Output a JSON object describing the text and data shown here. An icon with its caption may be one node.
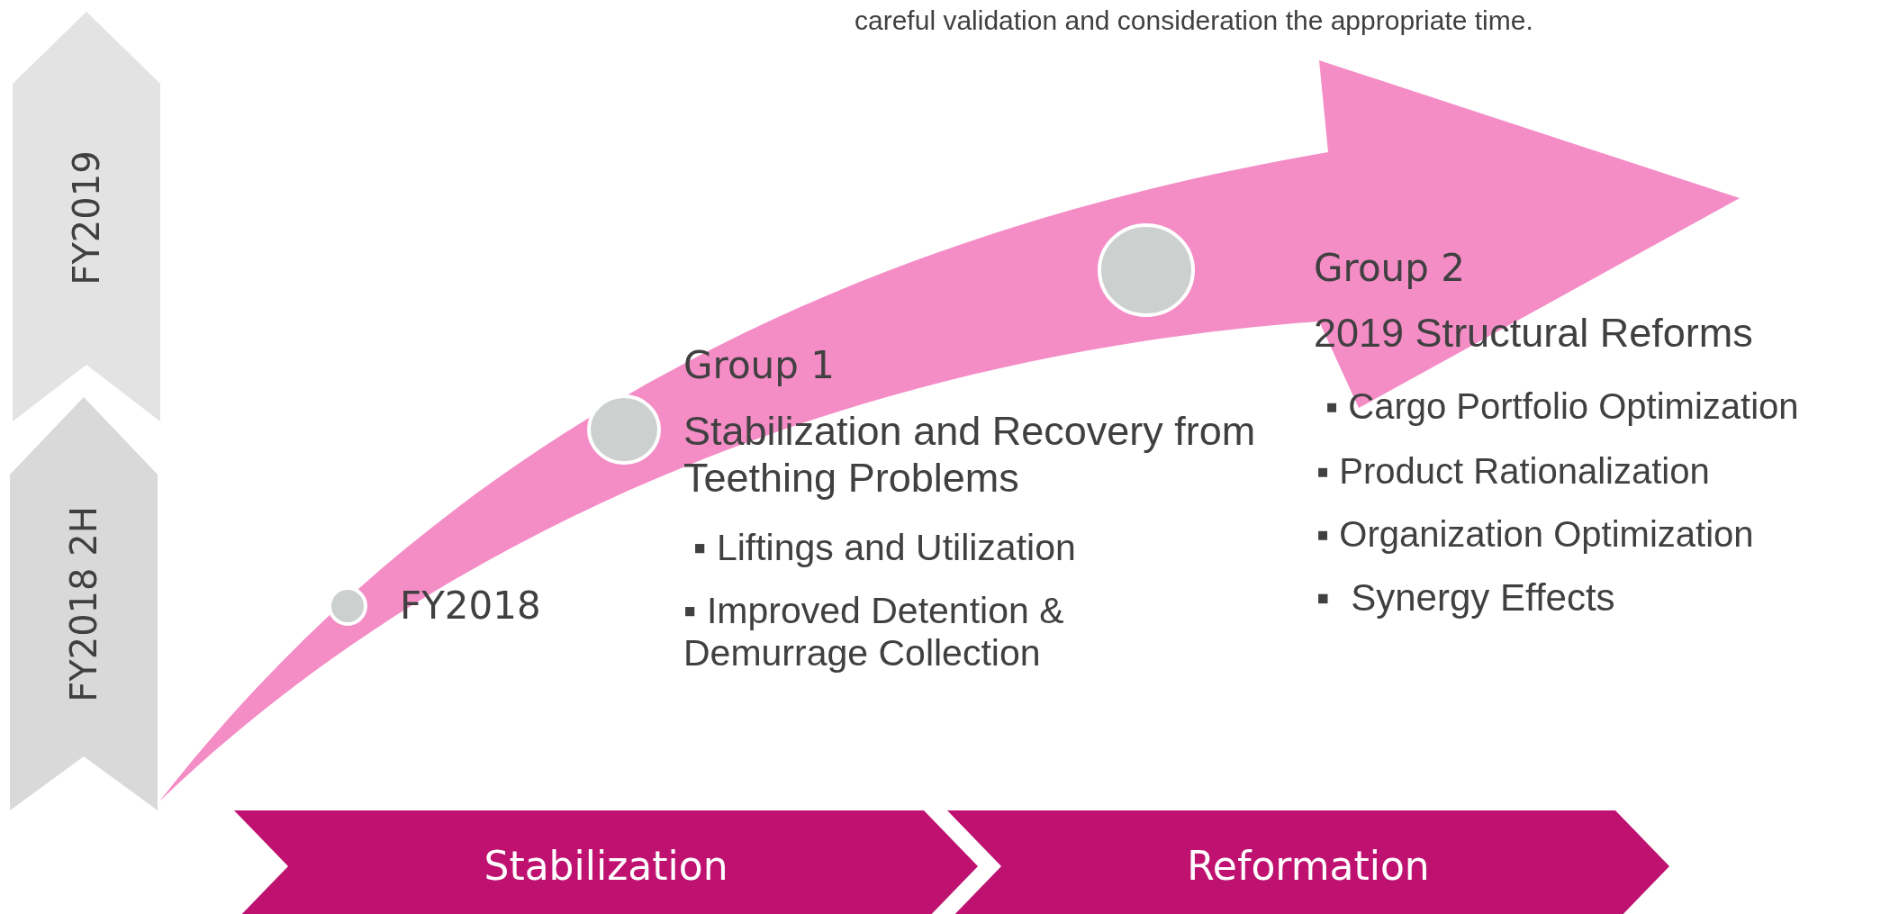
{
  "diagram": {
    "nodes": [
      {
        "text": [
          "FY2019"
        ]
      },
      {
        "text": [
          "FY2018 2H"
        ]
      },
      {
        "text": [],
        "shape": "circle",
        "beside": [
          "FY2018"
        ]
      },
      {
        "text": [],
        "shape": "circle"
      },
      {
        "text": [],
        "shape": "circle"
      },
      {
        "text": [
          "Stabilization"
        ]
      },
      {
        "text": [
          "Reformation"
        ]
      }
    ],
    "labels": [
      "careful validation and consideration the appropriate time.",
      "Group 1",
      "Stabilization and Recovery from Teething Problems",
      "▪ Liftings and Utilization",
      "▪ Improved Detention & Demurrage Collection",
      "Group 2",
      "2019 Structural Reforms",
      "▪ Cargo Portfolio Optimization",
      "▪ Product Rationalization",
      "▪ Organization Optimization",
      "▪  Synergy Effects"
    ]
  }
}
